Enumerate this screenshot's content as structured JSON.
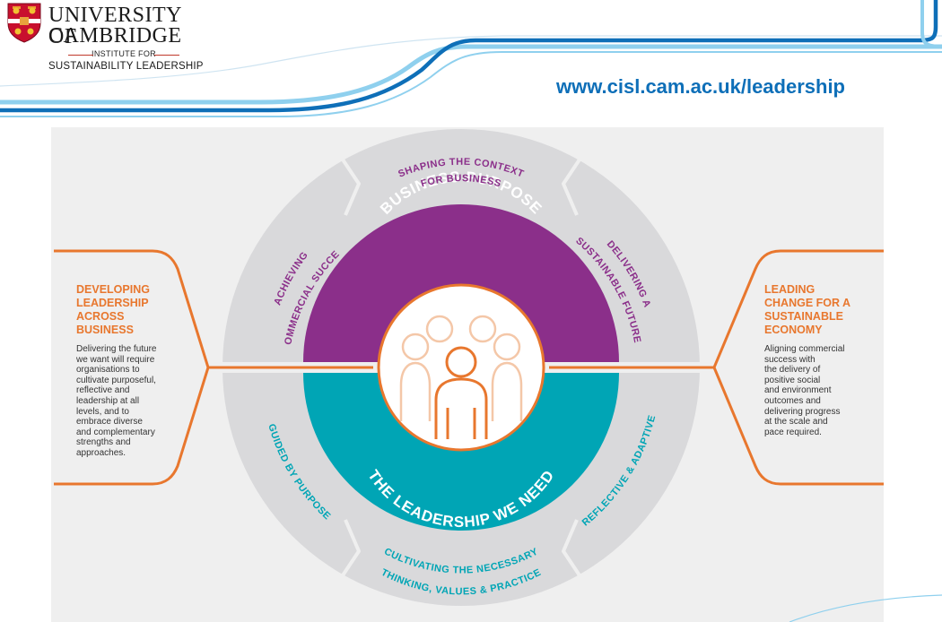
{
  "header": {
    "university_line1": "UNIVERSITY OF",
    "university_line2": "CAMBRIDGE",
    "institute_for": "INSTITUTE FOR",
    "institute_name": "SUSTAINABILITY LEADERSHIP",
    "url": "www.cisl.cam.ac.uk/leadership"
  },
  "colors": {
    "purple": "#8b2f8a",
    "teal": "#00a5b5",
    "orange": "#e8772e",
    "ring_gray": "#d9d9db",
    "panel_gray": "#efefef",
    "brand_blue": "#0e6fb8",
    "light_blue": "#8fd0ee"
  },
  "diagram": {
    "inner_top": "BUSINESS PURPOSE",
    "inner_bottom": "THE LEADERSHIP WE NEED",
    "center_icon": "people-group-icon",
    "outer_segments": [
      "SHAPING THE CONTEXT",
      "FOR BUSINESS",
      "ACHIEVING",
      "COMMERCIAL SUCCESS",
      "DELIVERING A",
      "SUSTAINABLE FUTURE",
      "GUIDED BY PURPOSE",
      "REFLECTIVE & ADAPTIVE",
      "CULTIVATING THE NECESSARY",
      "THINKING, VALUES & PRACTICE"
    ]
  },
  "left_panel": {
    "title_lines": [
      "DEVELOPING",
      "LEADERSHIP",
      "ACROSS",
      "BUSINESS"
    ],
    "body_lines": [
      "Delivering the future",
      "we want will require",
      "organisations to",
      "cultivate purposeful,",
      "reflective and",
      "leadership at all",
      "levels, and to",
      "embrace diverse",
      "and complementary",
      "strengths and",
      "approaches."
    ]
  },
  "right_panel": {
    "title_lines": [
      "LEADING",
      "CHANGE FOR A",
      "SUSTAINABLE",
      "ECONOMY"
    ],
    "body_lines": [
      "Aligning commercial",
      "success with",
      "the delivery of",
      "positive social",
      "and environment",
      "outcomes and",
      "delivering progress",
      "at the scale and",
      "pace required."
    ]
  }
}
